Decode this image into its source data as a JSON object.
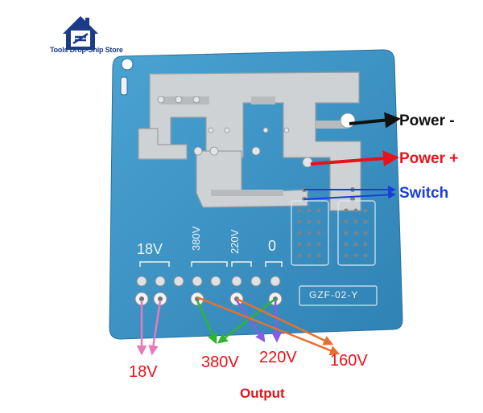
{
  "store": {
    "name": "Tools Drop-Ship Store"
  },
  "board": {
    "silkscreen": {
      "v18": "18V",
      "v380": "380V",
      "v220": "220V",
      "v0": "0",
      "model": "GZF-02-Y"
    }
  },
  "labels": {
    "power_minus": "Power -",
    "power_plus": "Power +",
    "switch": "Switch",
    "out_18v": "18V",
    "out_380v": "380V",
    "out_220v": "220V",
    "out_160v": "160V",
    "output": "Output"
  },
  "colors": {
    "board": "#3f96c6",
    "power_minus": "#111111",
    "power_plus": "#e8121a",
    "switch": "#1a3fd8",
    "v18": "#e87ab8",
    "v380": "#2fb52f",
    "v220": "#8a5ce6",
    "v160": "#e8702e",
    "output_text": "#e8121a"
  }
}
